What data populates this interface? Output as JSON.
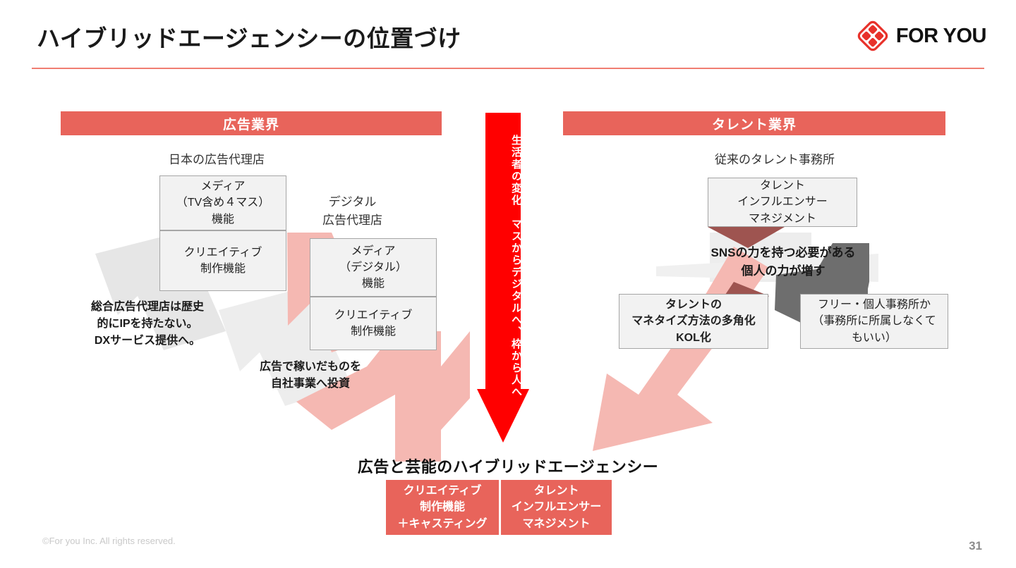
{
  "slide": {
    "title": "ハイブリッドエージェンシーの位置づけ",
    "page_number": "31",
    "copyright": "©For you Inc. All rights reserved.",
    "accent_color": "#E8645B",
    "rule_color": "#F07E72",
    "center_arrow_color": "#FF0000",
    "pink_arrow_color": "#F5B8B2",
    "gray_arrow_color": "#E6E6E6",
    "dark_gray_arrow_color": "#6E6E6E"
  },
  "logo": {
    "text": "FOR YOU",
    "mark_color": "#E8312A"
  },
  "left_section": {
    "header": "広告業界",
    "caption_primary": "日本の広告代理店",
    "caption_secondary": "デジタル\n広告代理店",
    "boxes": [
      {
        "id": "media-4mass",
        "text": "メディア\n（TV含め４マス）\n機能"
      },
      {
        "id": "creative-1",
        "text": "クリエイティブ\n制作機能"
      },
      {
        "id": "media-digital",
        "text": "メディア\n（デジタル）\n機能"
      },
      {
        "id": "creative-2",
        "text": "クリエイティブ\n制作機能"
      }
    ],
    "annotations": [
      {
        "id": "ip-dx",
        "text": "総合広告代理店は歴史\n的にIPを持たない。\nDXサービス提供へ。"
      },
      {
        "id": "invest",
        "text": "広告で稼いだものを\n自社事業へ投資"
      }
    ]
  },
  "center": {
    "arrow_text": "生活者の変化　マスからデジタルへ、枠から人へ"
  },
  "right_section": {
    "header": "タレント業界",
    "caption_primary": "従来のタレント事務所",
    "boxes": [
      {
        "id": "talent-mgmt",
        "text": "タレント\nインフルエンサー\nマネジメント"
      },
      {
        "id": "monetize",
        "text": "タレントの\nマネタイズ方法の多角化\nKOL化"
      },
      {
        "id": "freelance",
        "text": "フリー・個人事務所か\n（事務所に所属しなくて\nもいい）"
      }
    ],
    "annotations": [
      {
        "id": "sns-power",
        "text": "SNSの力を持つ必要がある\n個人の力が増す"
      }
    ]
  },
  "result": {
    "title": "広告と芸能のハイブリッドエージェンシー",
    "boxes": [
      {
        "id": "creative-casting",
        "text": "クリエイティブ\n制作機能\n＋キャスティング"
      },
      {
        "id": "talent-mgmt",
        "text": "タレント\nインフルエンサー\nマネジメント"
      }
    ]
  }
}
